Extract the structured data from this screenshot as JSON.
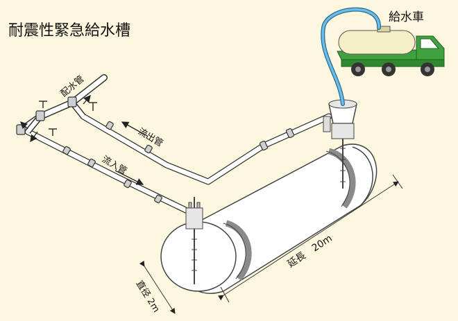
{
  "title": "耐震性緊急給水槽",
  "labels": {
    "truck": "給水車",
    "distribution_pipe": "配水管",
    "outflow_pipe": "流出管",
    "inflow_pipe": "流入管",
    "length": "延長　20m",
    "diameter": "直径 2m"
  },
  "colors": {
    "background": "#fdf7df",
    "tank": "#ffffff",
    "band": "#8a8a8a",
    "truck_body": "#3fa23f",
    "truck_tank": "#f4efc6",
    "hose": "#4aa3d6"
  }
}
